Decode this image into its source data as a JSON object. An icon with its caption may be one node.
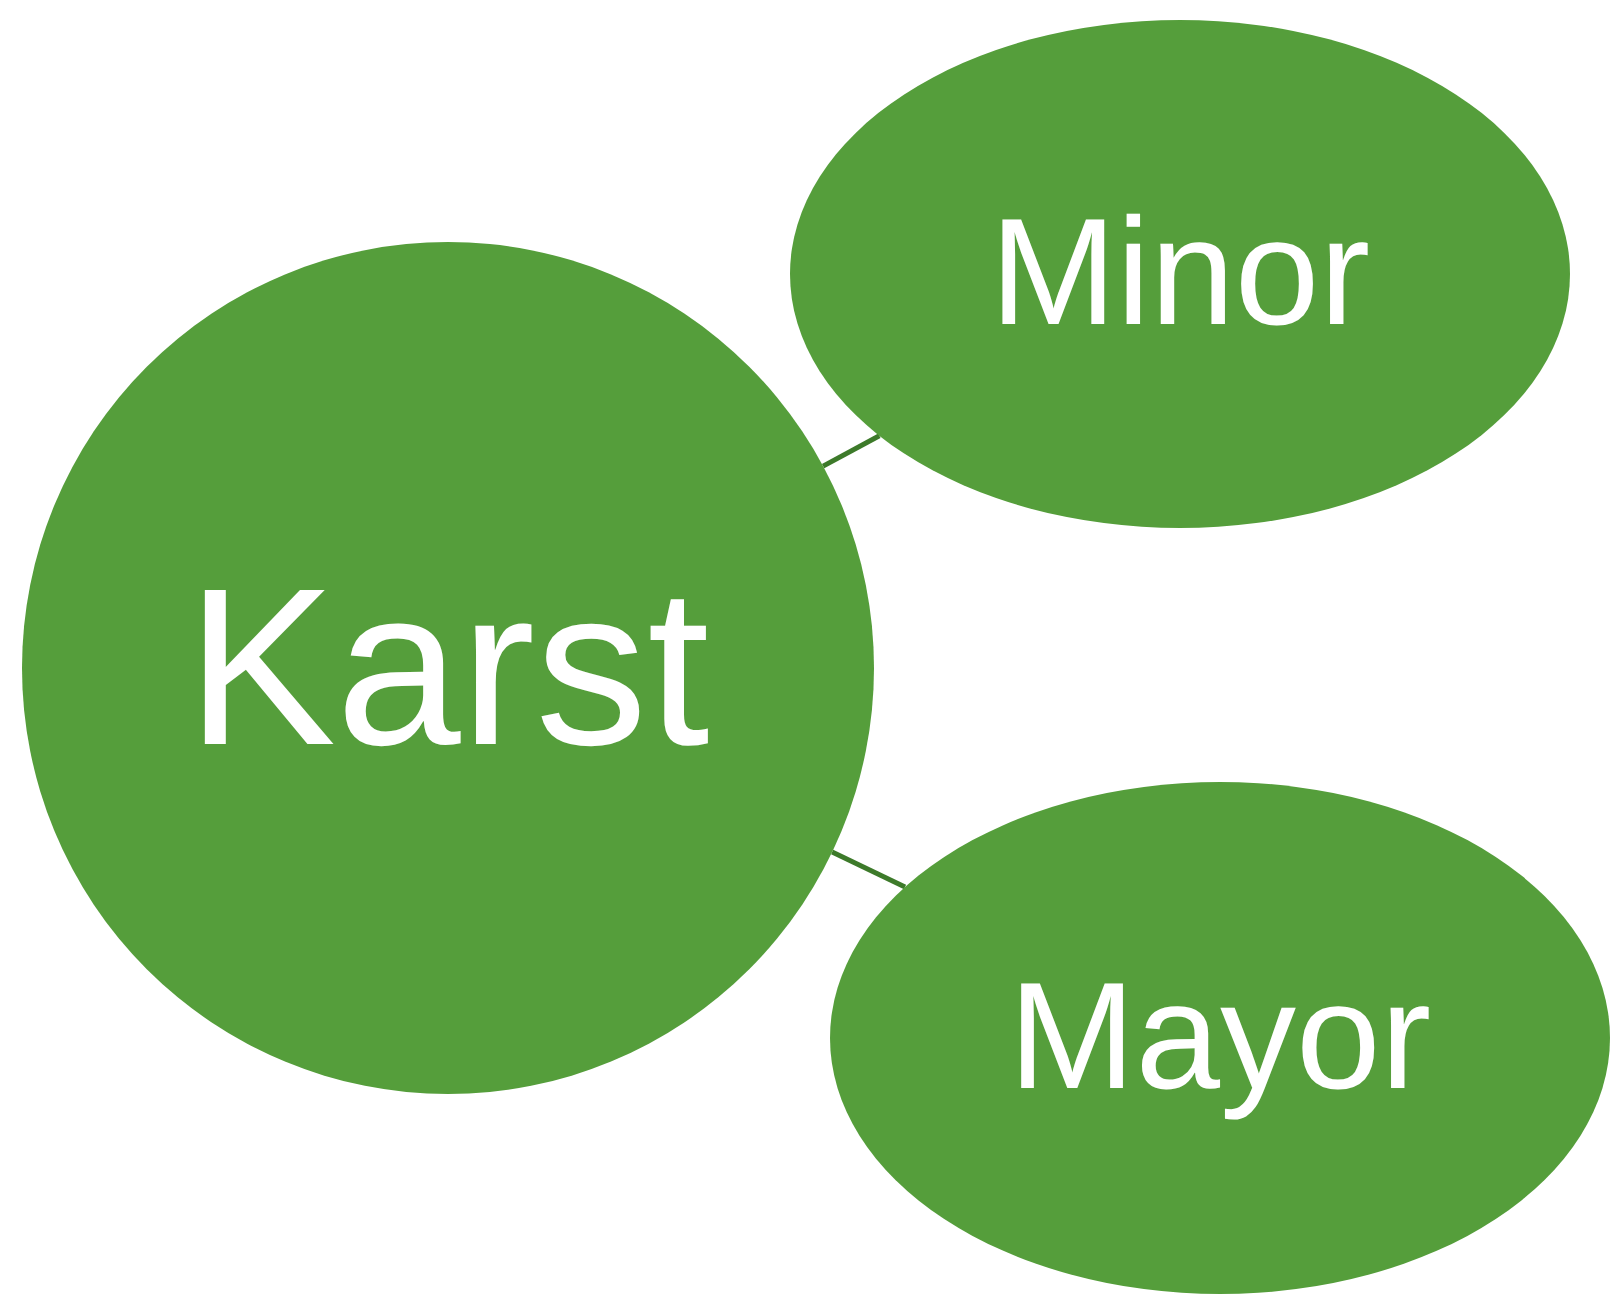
{
  "diagram": {
    "nodes": [
      {
        "text": [
          "Karst"
        ]
      },
      {
        "text": [
          "Minor"
        ]
      },
      {
        "text": [
          "Mayor"
        ]
      }
    ],
    "edges": [
      {
        "from": 0,
        "to": 1,
        "arrow": "none"
      },
      {
        "from": 0,
        "to": 2,
        "arrow": "none"
      }
    ]
  }
}
